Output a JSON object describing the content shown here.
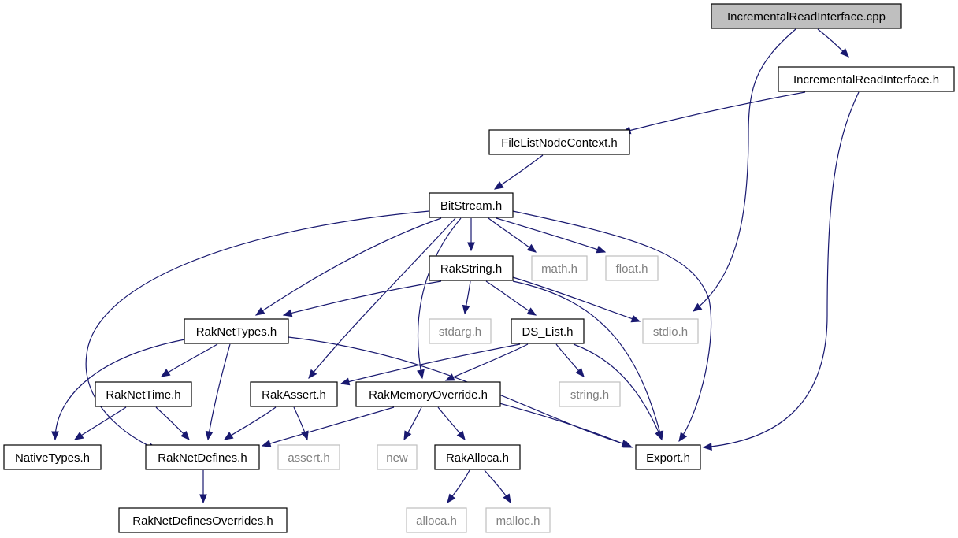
{
  "nodes": [
    {
      "id": "root",
      "label": "IncrementalReadInterface.cpp",
      "kind": "root"
    },
    {
      "id": "iri_h",
      "label": "IncrementalReadInterface.h",
      "kind": "internal"
    },
    {
      "id": "flnc",
      "label": "FileListNodeContext.h",
      "kind": "internal"
    },
    {
      "id": "bitstream",
      "label": "BitStream.h",
      "kind": "internal"
    },
    {
      "id": "rakstring",
      "label": "RakString.h",
      "kind": "internal"
    },
    {
      "id": "math",
      "label": "math.h",
      "kind": "external"
    },
    {
      "id": "float",
      "label": "float.h",
      "kind": "external"
    },
    {
      "id": "raknettypes",
      "label": "RakNetTypes.h",
      "kind": "internal"
    },
    {
      "id": "stdarg",
      "label": "stdarg.h",
      "kind": "external"
    },
    {
      "id": "dslist",
      "label": "DS_List.h",
      "kind": "internal"
    },
    {
      "id": "stdio",
      "label": "stdio.h",
      "kind": "external"
    },
    {
      "id": "raknettime",
      "label": "RakNetTime.h",
      "kind": "internal"
    },
    {
      "id": "rakassert",
      "label": "RakAssert.h",
      "kind": "internal"
    },
    {
      "id": "rakmem",
      "label": "RakMemoryOverride.h",
      "kind": "internal"
    },
    {
      "id": "string",
      "label": "string.h",
      "kind": "external"
    },
    {
      "id": "nativetypes",
      "label": "NativeTypes.h",
      "kind": "internal"
    },
    {
      "id": "raknetdefines",
      "label": "RakNetDefines.h",
      "kind": "internal"
    },
    {
      "id": "assert",
      "label": "assert.h",
      "kind": "external"
    },
    {
      "id": "new",
      "label": "new",
      "kind": "external"
    },
    {
      "id": "rakalloca",
      "label": "RakAlloca.h",
      "kind": "internal"
    },
    {
      "id": "export",
      "label": "Export.h",
      "kind": "internal"
    },
    {
      "id": "rndo",
      "label": "RakNetDefinesOverrides.h",
      "kind": "internal"
    },
    {
      "id": "alloca",
      "label": "alloca.h",
      "kind": "external"
    },
    {
      "id": "malloc",
      "label": "malloc.h",
      "kind": "external"
    }
  ],
  "edges": [
    {
      "from": "root",
      "to": "iri_h"
    },
    {
      "from": "root",
      "to": "stdio"
    },
    {
      "from": "iri_h",
      "to": "flnc"
    },
    {
      "from": "iri_h",
      "to": "export"
    },
    {
      "from": "flnc",
      "to": "bitstream"
    },
    {
      "from": "bitstream",
      "to": "rakstring"
    },
    {
      "from": "bitstream",
      "to": "math"
    },
    {
      "from": "bitstream",
      "to": "float"
    },
    {
      "from": "bitstream",
      "to": "raknettypes"
    },
    {
      "from": "bitstream",
      "to": "rakassert"
    },
    {
      "from": "bitstream",
      "to": "rakmem"
    },
    {
      "from": "bitstream",
      "to": "raknetdefines"
    },
    {
      "from": "bitstream",
      "to": "export"
    },
    {
      "from": "rakstring",
      "to": "raknettypes"
    },
    {
      "from": "rakstring",
      "to": "stdarg"
    },
    {
      "from": "rakstring",
      "to": "dslist"
    },
    {
      "from": "rakstring",
      "to": "stdio"
    },
    {
      "from": "rakstring",
      "to": "export"
    },
    {
      "from": "raknettypes",
      "to": "raknettime"
    },
    {
      "from": "raknettypes",
      "to": "nativetypes"
    },
    {
      "from": "raknettypes",
      "to": "raknetdefines"
    },
    {
      "from": "raknettypes",
      "to": "export"
    },
    {
      "from": "dslist",
      "to": "rakassert"
    },
    {
      "from": "dslist",
      "to": "rakmem"
    },
    {
      "from": "dslist",
      "to": "string"
    },
    {
      "from": "dslist",
      "to": "export"
    },
    {
      "from": "raknettime",
      "to": "nativetypes"
    },
    {
      "from": "raknettime",
      "to": "raknetdefines"
    },
    {
      "from": "rakassert",
      "to": "raknetdefines"
    },
    {
      "from": "rakassert",
      "to": "assert"
    },
    {
      "from": "rakmem",
      "to": "raknetdefines"
    },
    {
      "from": "rakmem",
      "to": "new"
    },
    {
      "from": "rakmem",
      "to": "rakalloca"
    },
    {
      "from": "rakmem",
      "to": "export"
    },
    {
      "from": "raknetdefines",
      "to": "rndo"
    },
    {
      "from": "rakalloca",
      "to": "alloca"
    },
    {
      "from": "rakalloca",
      "to": "malloc"
    }
  ],
  "colors": {
    "edge": "#191970",
    "internal_border": "#000000",
    "external_border": "#bfbfbf",
    "external_text": "#808080",
    "root_fill": "#bfbfbf"
  }
}
